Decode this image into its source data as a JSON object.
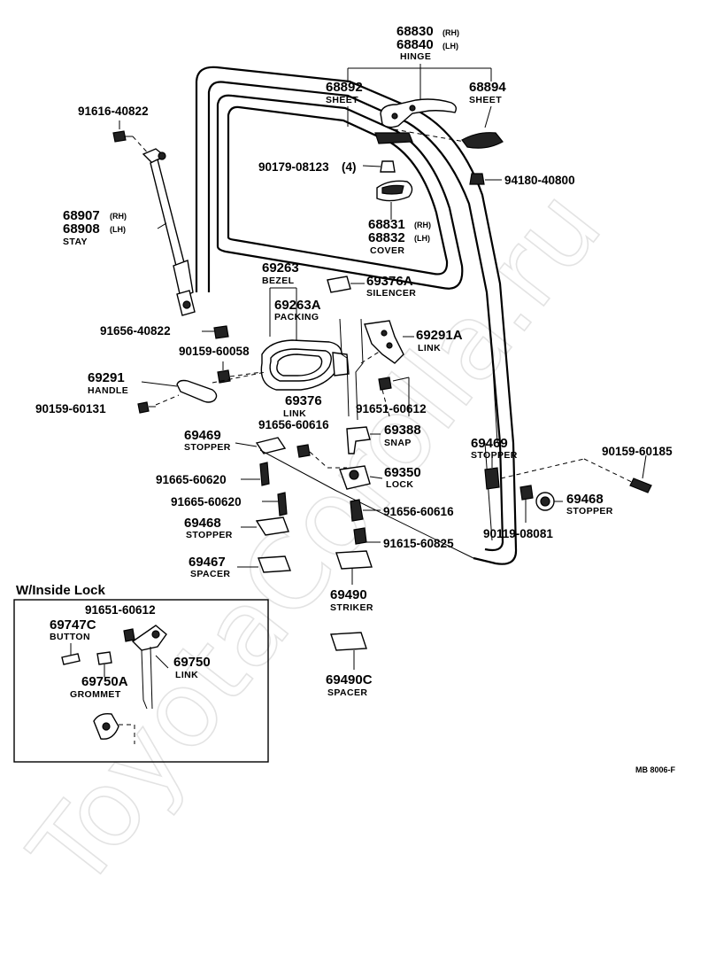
{
  "watermark": "ToyotaCorolla.ru",
  "diagram_code": "MB  8006-F",
  "inset": {
    "title": "W/Inside  Lock"
  },
  "parts": {
    "hinge": {
      "pn1": "68830",
      "tag1": "(RH)",
      "pn2": "68840",
      "tag2": "(LH)",
      "name": "HINGE"
    },
    "sheet1": {
      "pn": "68892",
      "name": "SHEET"
    },
    "sheet2": {
      "pn": "68894",
      "name": "SHEET"
    },
    "bolt_91616": {
      "pn": "91616-40822"
    },
    "bolt_90179": {
      "pn": "90179-08123",
      "qty": "(4)"
    },
    "nut_94180": {
      "pn": "94180-40800"
    },
    "stay": {
      "pn1": "68907",
      "tag1": "(RH)",
      "pn2": "68908",
      "tag2": "(LH)",
      "name": "STAY"
    },
    "cover": {
      "pn1": "68831",
      "tag1": "(RH)",
      "pn2": "68832",
      "tag2": "(LH)",
      "name": "COVER"
    },
    "bezel": {
      "pn": "69263",
      "name": "BEZEL"
    },
    "silencer": {
      "pn": "69376A",
      "name": "SILENCER"
    },
    "packing": {
      "pn": "69263A",
      "name": "PACKING"
    },
    "link_69291a": {
      "pn": "69291A",
      "name": "LINK"
    },
    "bolt_91656_40822": {
      "pn": "91656-40822"
    },
    "screw_90159_60058": {
      "pn": "90159-60058"
    },
    "handle": {
      "pn": "69291",
      "name": "HANDLE"
    },
    "screw_90159_60131": {
      "pn": "90159-60131"
    },
    "link_69376": {
      "pn": "69376",
      "name": "LINK"
    },
    "bolt_91651_60612": {
      "pn": "91651-60612"
    },
    "stopper_69469_l": {
      "pn": "69469",
      "name": "STOPPER"
    },
    "bolt_91656_60616_a": {
      "pn": "91656-60616"
    },
    "snap": {
      "pn": "69388",
      "name": "SNAP"
    },
    "stopper_69469_r": {
      "pn": "69469",
      "name": "STOPPER"
    },
    "screw_90159_60185": {
      "pn": "90159-60185"
    },
    "bolt_91665_a": {
      "pn": "91665-60620"
    },
    "lock": {
      "pn": "69350",
      "name": "LOCK"
    },
    "bolt_91665_b": {
      "pn": "91665-60620"
    },
    "bolt_91656_60616_b": {
      "pn": "91656-60616"
    },
    "stopper_69468_r": {
      "pn": "69468",
      "name": "STOPPER"
    },
    "stopper_69468_l": {
      "pn": "69468",
      "name": "STOPPER"
    },
    "screw_90119": {
      "pn": "90119-08081"
    },
    "bolt_91615": {
      "pn": "91615-60825"
    },
    "spacer_69467": {
      "pn": "69467",
      "name": "SPACER"
    },
    "striker": {
      "pn": "69490",
      "name": "STRIKER"
    },
    "spacer_69490c": {
      "pn": "69490C",
      "name": "SPACER"
    },
    "inset_bolt": {
      "pn": "91651-60612"
    },
    "button": {
      "pn": "69747C",
      "name": "BUTTON"
    },
    "inset_link": {
      "pn": "69750",
      "name": "LINK"
    },
    "grommet": {
      "pn": "69750A",
      "name": "GROMMET"
    }
  }
}
